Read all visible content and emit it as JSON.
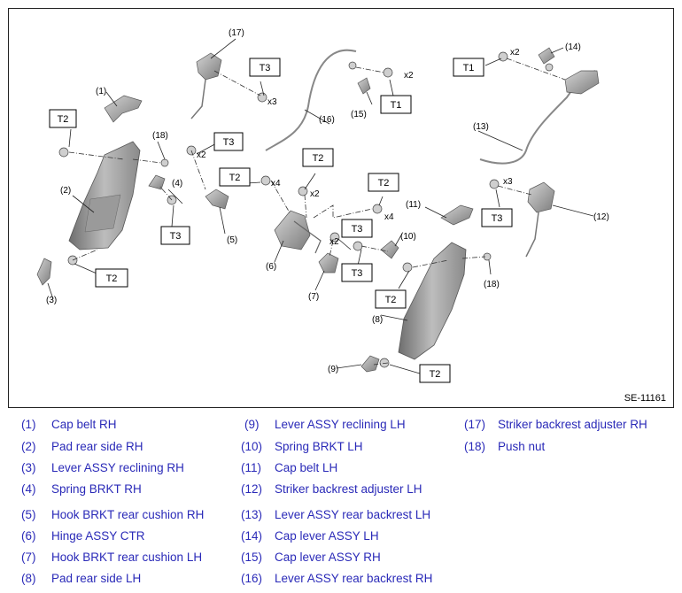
{
  "figure_id": "SE-11161",
  "legend": [
    {
      "num": "(1)",
      "text": "Cap belt RH"
    },
    {
      "num": "(2)",
      "text": "Pad rear side RH"
    },
    {
      "num": "(3)",
      "text": "Lever ASSY reclining RH"
    },
    {
      "num": "(4)",
      "text": "Spring BRKT RH"
    },
    {
      "num": "(5)",
      "text": "Hook BRKT rear cushion RH"
    },
    {
      "num": "(6)",
      "text": "Hinge ASSY CTR"
    },
    {
      "num": "(7)",
      "text": "Hook BRKT rear cushion LH"
    },
    {
      "num": "(8)",
      "text": "Pad rear side LH"
    },
    {
      "num": "(9)",
      "text": "Lever ASSY reclining LH"
    },
    {
      "num": "(10)",
      "text": "Spring BRKT LH"
    },
    {
      "num": "(11)",
      "text": "Cap belt LH"
    },
    {
      "num": "(12)",
      "text": "Striker backrest adjuster LH"
    },
    {
      "num": "(13)",
      "text": "Lever ASSY rear backrest LH"
    },
    {
      "num": "(14)",
      "text": "Cap lever ASSY LH"
    },
    {
      "num": "(15)",
      "text": "Cap lever ASSY RH"
    },
    {
      "num": "(16)",
      "text": "Lever ASSY rear backrest RH"
    },
    {
      "num": "(17)",
      "text": "Striker backrest adjuster RH"
    },
    {
      "num": "(18)",
      "text": "Push nut"
    }
  ],
  "callouts": {
    "c1": "(1)",
    "c2": "(2)",
    "c3": "(3)",
    "c4": "(4)",
    "c5": "(5)",
    "c6": "(6)",
    "c7": "(7)",
    "c8": "(8)",
    "c9": "(9)",
    "c10": "(10)",
    "c11": "(11)",
    "c12": "(12)",
    "c13": "(13)",
    "c14": "(14)",
    "c15": "(15)",
    "c16": "(16)",
    "c17": "(17)",
    "c18a": "(18)",
    "c18b": "(18)"
  },
  "torque_labels": {
    "t1": "T2",
    "t2": "T2",
    "t3": "T3",
    "t4": "T3",
    "t5": "T2",
    "t6": "T3",
    "t7": "T1",
    "t8": "T1",
    "t9": "T2",
    "t10": "T2",
    "t11": "T3",
    "t12": "T3",
    "t13": "T3",
    "t14": "T2",
    "t15": "T2"
  },
  "multipliers": {
    "m1": "x3",
    "m2": "x2",
    "m3": "x2",
    "m4": "x2",
    "m5": "x4",
    "m6": "x2",
    "m7": "x4",
    "m8": "x2",
    "m9": "x3"
  }
}
